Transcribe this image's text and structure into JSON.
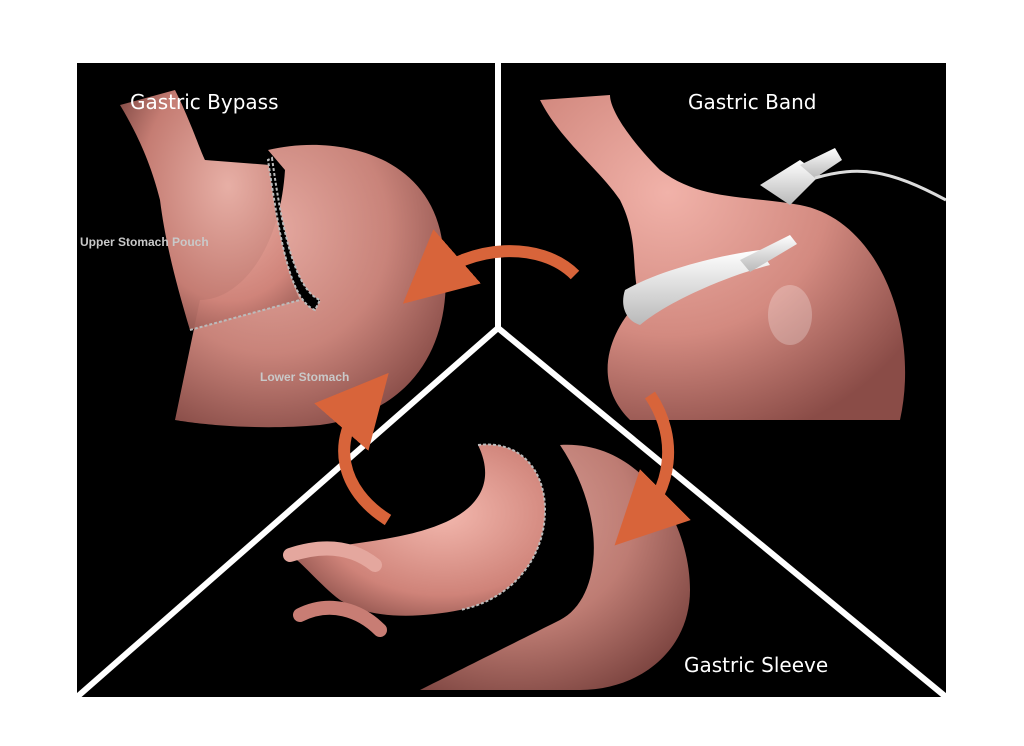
{
  "panels": {
    "bypass": {
      "title": "Gastric Bypass",
      "labels": {
        "upper": "Upper Stomach Pouch",
        "lower": "Lower Stomach"
      }
    },
    "band": {
      "title": "Gastric Band"
    },
    "sleeve": {
      "title": "Gastric Sleeve"
    }
  },
  "colors": {
    "background": "#000000",
    "border": "#ffffff",
    "tissue": "#d98f86",
    "arrow": "#d8643a",
    "band_device": "#e6e6e6"
  }
}
